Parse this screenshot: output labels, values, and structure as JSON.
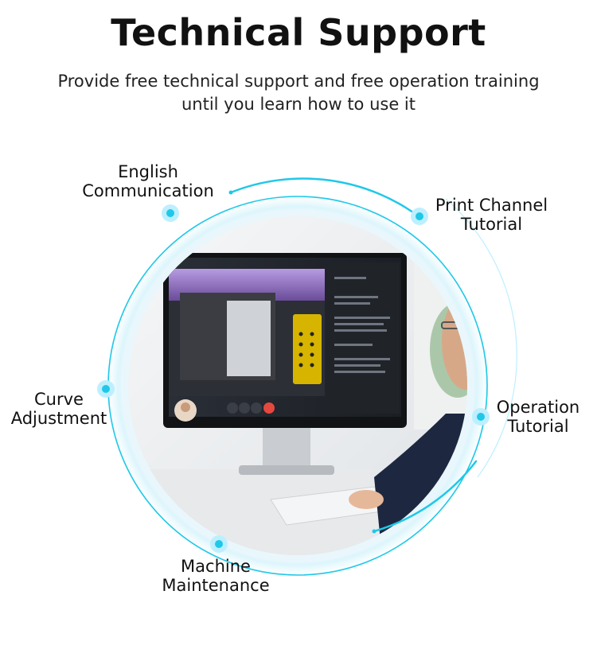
{
  "header": {
    "title": "Technical Support",
    "subtitle_line1": "Provide free technical support and free operation training",
    "subtitle_line2": "until you learn how to use it"
  },
  "features": [
    {
      "line1": "English",
      "line2": "Communication"
    },
    {
      "line1": "Print Channel",
      "line2": "Tutorial"
    },
    {
      "line1": "Curve",
      "line2": "Adjustment"
    },
    {
      "line1": "Operation",
      "line2": "Tutorial"
    },
    {
      "line1": "Machine",
      "line2": "Maintenance"
    }
  ],
  "colors": {
    "accent": "#1fc8e8",
    "accent_light": "#bdefff"
  }
}
